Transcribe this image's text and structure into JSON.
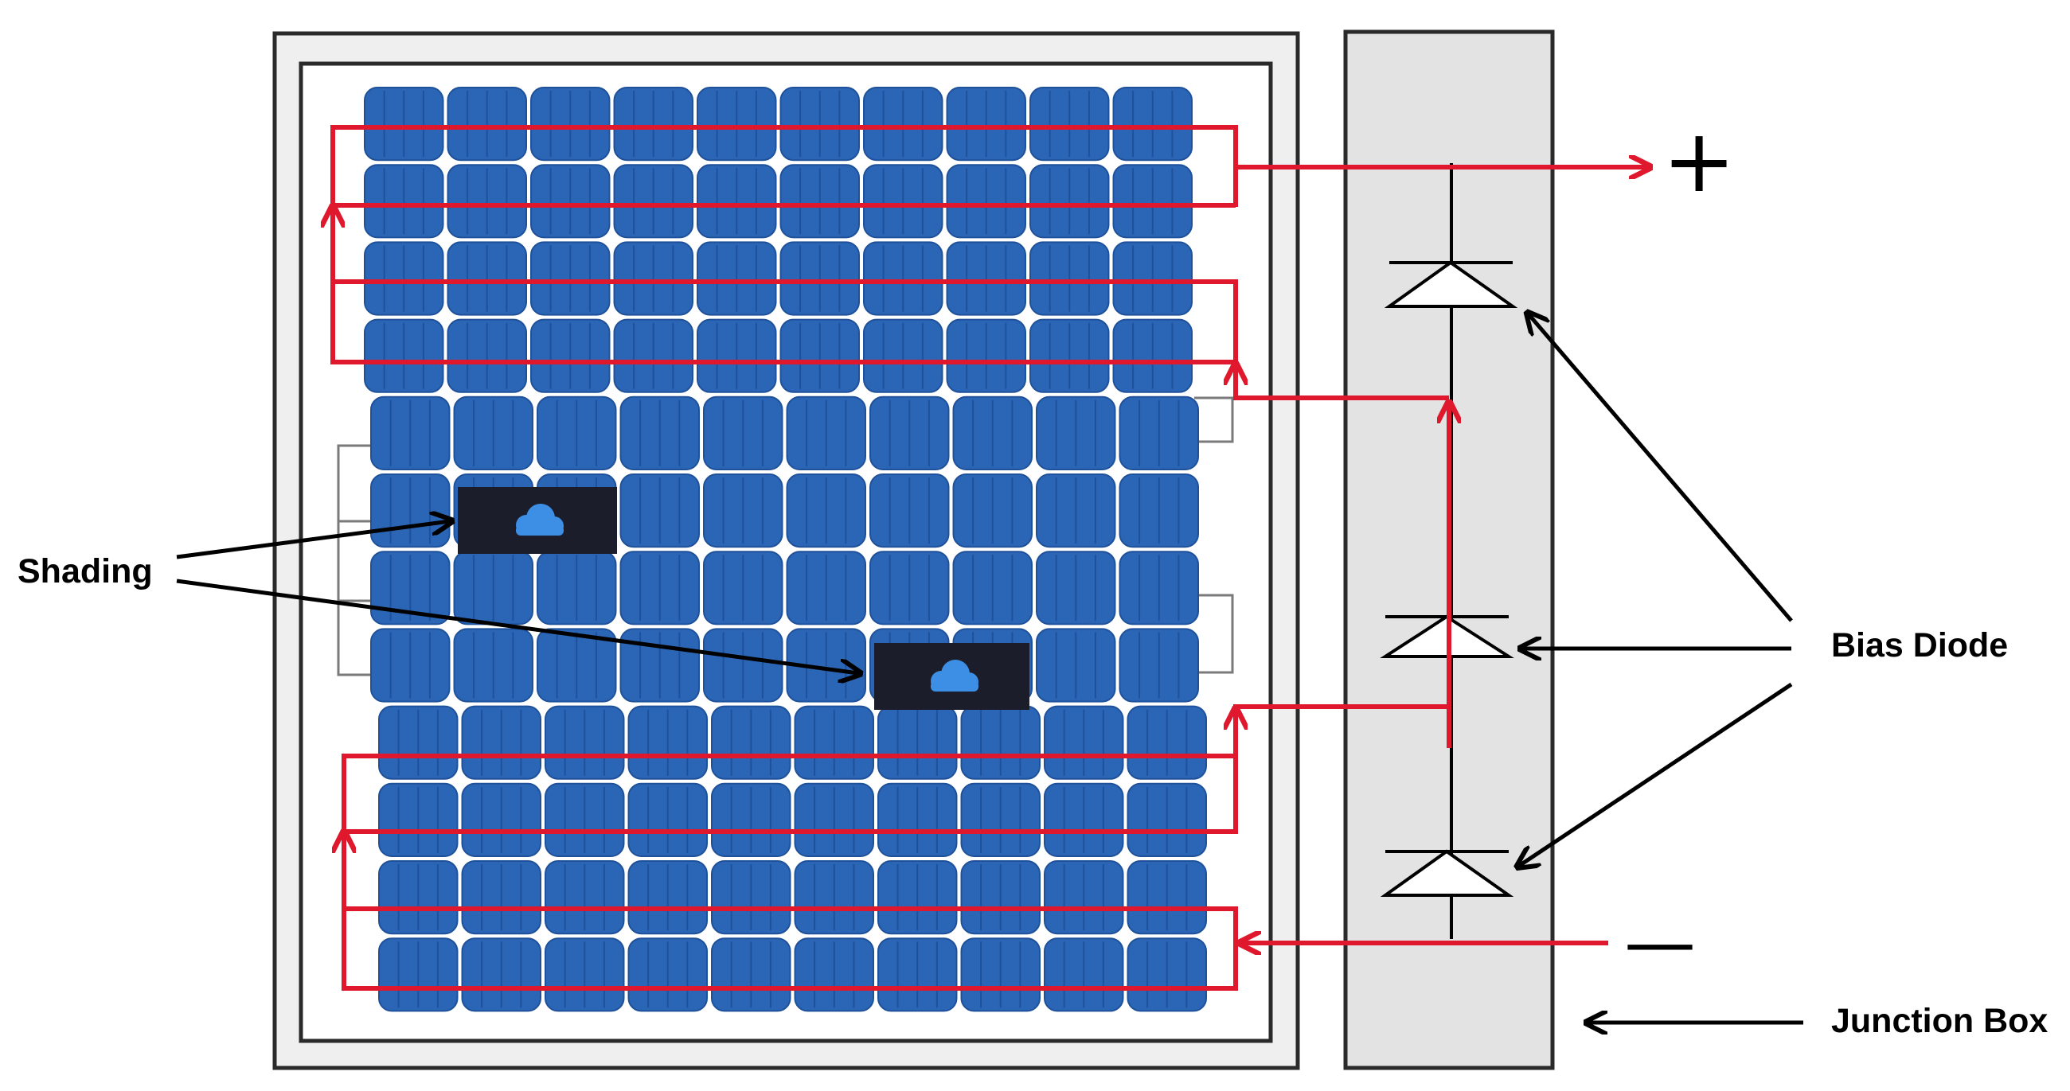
{
  "labels": {
    "shading": "Shading",
    "bias_diode": "Bias Diode",
    "junction_box": "Junction Box",
    "positive_terminal": "+",
    "negative_terminal": "—"
  },
  "panel": {
    "cell_columns": 10,
    "cell_rows": 12,
    "shaded_cells": [
      {
        "row": 6,
        "col": 2
      },
      {
        "row": 8,
        "col": 7
      }
    ]
  },
  "junction_box": {
    "diode_count": 3
  },
  "colors": {
    "cell": "#2b66b6",
    "cell_dark": "#1f519a",
    "cell_gap": "#ffffff",
    "frame": "#2a2a2a",
    "frame_fill": "#efefef",
    "junction_box_fill": "#e3e3e3",
    "current_path": "#e0182d",
    "shade": "#1c1d2b",
    "cloud": "#3d8fe6",
    "annotation": "#000000",
    "bypass_wire": "#7a7a7a"
  },
  "icons": [
    "cloud-icon",
    "diode-icon",
    "arrow-icon"
  ]
}
